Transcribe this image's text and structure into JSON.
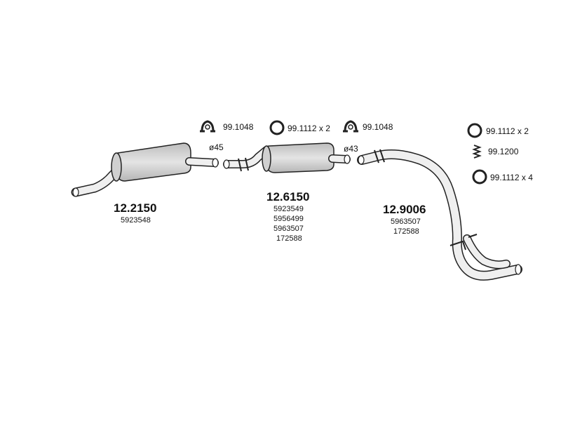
{
  "parts": [
    {
      "number": "12.2150",
      "refs": [
        "5923548"
      ]
    },
    {
      "number": "12.6150",
      "refs": [
        "5923549",
        "5956499",
        "5963507",
        "172588"
      ]
    },
    {
      "number": "12.9006",
      "refs": [
        "5963507",
        "172588"
      ]
    }
  ],
  "accessories": [
    {
      "code": "99.1048",
      "icon": "clamp-icon"
    },
    {
      "code": "99.1112 x 2",
      "icon": "ring-icon"
    },
    {
      "code": "99.1048",
      "icon": "clamp-icon"
    },
    {
      "code": "99.1112 x 2",
      "icon": "ring-icon"
    },
    {
      "code": "99.1200",
      "icon": "spring-icon"
    },
    {
      "code": "99.1112 x 4",
      "icon": "ring-icon"
    }
  ],
  "diameters": [
    "ø45",
    "ø43"
  ],
  "colors": {
    "line": "#222222",
    "fill": "#d4d4d4",
    "pipe": "#efefef"
  }
}
